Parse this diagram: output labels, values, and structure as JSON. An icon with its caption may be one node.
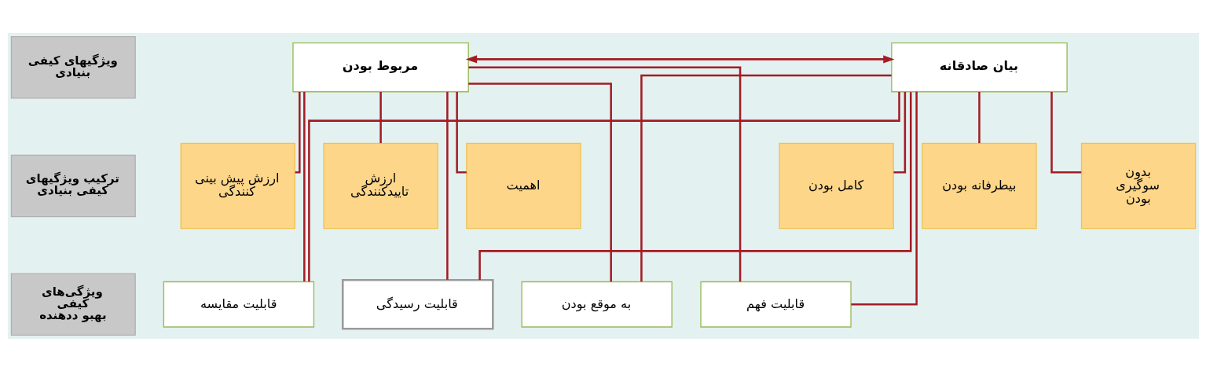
{
  "diagram": {
    "nodes": [
      {
        "text": [
          "بیان صادقانه"
        ]
      },
      {
        "text": [
          "مربوط بودن"
        ]
      },
      {
        "text": [
          "ویژگیهای کیفی بنیادی"
        ]
      },
      {
        "text": [
          "بدون سوگیری بودن"
        ]
      },
      {
        "text": [
          "بیطرفانه بودن"
        ]
      },
      {
        "text": [
          "کامل بودن"
        ]
      },
      {
        "text": [
          "اهمیت"
        ]
      },
      {
        "text": [
          "ارزش تاییدکنندگی"
        ]
      },
      {
        "text": [
          "ارزش پیش بینی کنندگی"
        ]
      },
      {
        "text": [
          "ترکیب ویژگیهای کیفی بنیادی"
        ]
      },
      {
        "text": [
          "قابلیت فهم"
        ]
      },
      {
        "text": [
          "به موقع بودن"
        ]
      },
      {
        "text": [
          "قابلیت رسیدگی"
        ]
      },
      {
        "text": [
          "قابلیت مقایسه"
        ]
      },
      {
        "text": [
          "ویژگی‌های کیفی بهبو ددهنده"
        ]
      }
    ],
    "edges": [
      {
        "from": 1,
        "to": 0,
        "arrow": "both"
      },
      {
        "from": 1,
        "to": 8,
        "arrow": "none"
      },
      {
        "from": 1,
        "to": 7,
        "arrow": "none"
      },
      {
        "from": 1,
        "to": 6,
        "arrow": "none"
      },
      {
        "from": 0,
        "to": 5,
        "arrow": "none"
      },
      {
        "from": 0,
        "to": 4,
        "arrow": "none"
      },
      {
        "from": 0,
        "to": 3,
        "arrow": "none"
      },
      {
        "from": 1,
        "to": 13,
        "arrow": "none"
      },
      {
        "from": 1,
        "to": 12,
        "arrow": "none"
      },
      {
        "from": 1,
        "to": 11,
        "arrow": "none"
      },
      {
        "from": 1,
        "to": 10,
        "arrow": "none"
      },
      {
        "from": 0,
        "to": 13,
        "arrow": "none"
      },
      {
        "from": 0,
        "to": 12,
        "arrow": "none"
      },
      {
        "from": 0,
        "to": 11,
        "arrow": "none"
      },
      {
        "from": 0,
        "to": 10,
        "arrow": "none"
      }
    ]
  }
}
